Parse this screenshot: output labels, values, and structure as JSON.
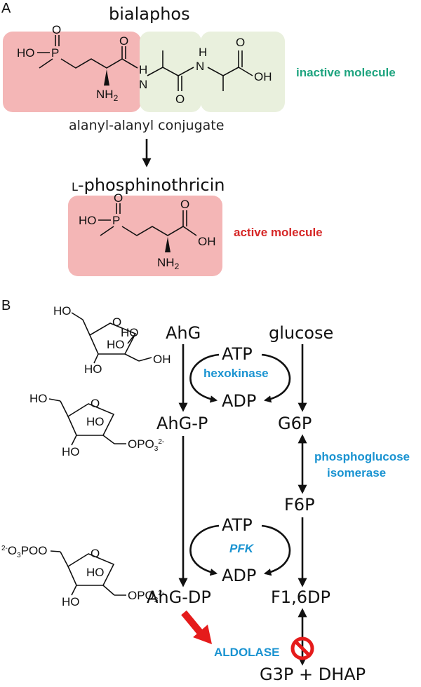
{
  "panel_a": {
    "label": "A",
    "bialaphos_title": "bialaphos",
    "conjugate_caption": "alanyl-alanyl conjugate",
    "inactive_label": "inactive molecule",
    "phosphinothricin_prefix": "L",
    "phosphinothricin_title": "-phosphinothricin",
    "active_label": "active molecule",
    "atoms": {
      "ho": "HO",
      "p": "P",
      "o": "O",
      "nh2": "NH",
      "nh2_sub": "2",
      "n": "N",
      "h": "H",
      "oh": "OH"
    }
  },
  "panel_b": {
    "label": "B",
    "ahg": "AhG",
    "glucose": "glucose",
    "atp": "ATP",
    "adp": "ADP",
    "hexokinase": "hexokinase",
    "ahg_p": "AhG-P",
    "g6p": "G6P",
    "phosphoglucose_1": "phosphoglucose",
    "phosphoglucose_2": "isomerase",
    "f6p": "F6P",
    "pfk": "PFK",
    "ahg_dp": "AhG-DP",
    "f16dp": "F1,6DP",
    "aldolase": "ALDOLASE",
    "products": "G3P + DHAP",
    "sugar_atoms": {
      "ho": "HO",
      "oh": "OH",
      "o": "O",
      "opo3": "OPO",
      "sub3": "3",
      "sup2": "2-",
      "po3_left_sup": "2-",
      "po3_left": "O",
      "po3_left_sub": "3",
      "po3_left_end": "PO"
    }
  },
  "colors": {
    "active_box": "#f4b6b6",
    "inactive_box": "#e9f0dd",
    "inactive_text": "#1ea47f",
    "active_text": "#d62828",
    "enzyme_text": "#1a93d1",
    "inhibit_red": "#e51b1b"
  }
}
